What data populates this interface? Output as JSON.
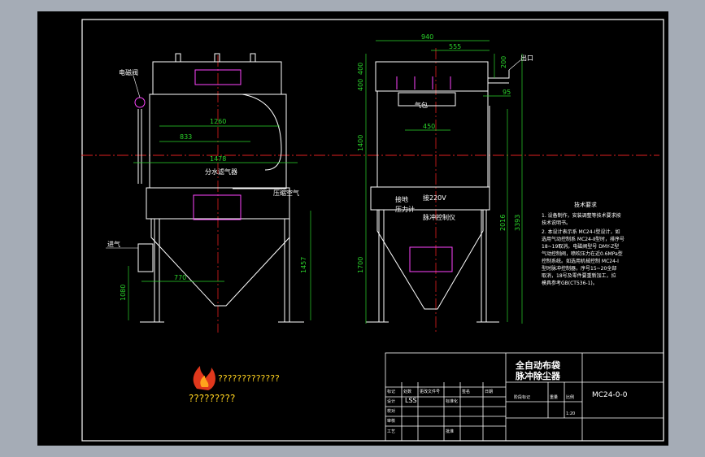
{
  "drawing": {
    "front_view": {
      "labels": {
        "solenoid_valve": "电磁阀",
        "water_separator": "分水滤气器",
        "compressed_air": "压缩空气",
        "inlet": "进气"
      },
      "dims": {
        "d1260": "1260",
        "d833": "833",
        "d1478": "1478",
        "d1457": "1457",
        "d1080": "1080",
        "d770": "770"
      }
    },
    "side_view": {
      "labels": {
        "outlet": "出口",
        "air_bag": "气包",
        "pulse_controller": "脉冲控制仪",
        "pressure_gauge": "压力计",
        "grounding": "接地",
        "power": "接220V"
      },
      "dims": {
        "d940": "940",
        "d555": "555",
        "d400a": "400",
        "d400b": "400",
        "d200": "200",
        "d95": "95",
        "d450": "450",
        "d1400": "1400",
        "d1700": "1700",
        "d2016": "2016",
        "d3393": "3393"
      }
    },
    "notes": {
      "title": "技术要求",
      "lines": [
        "1. 设备制作，安装调整等技术要求按",
        "技术说明书。",
        "2. 本设计表示系 MC24-Ⅰ型设计，如",
        "选用气动控制系 MC24-Ⅱ型时，排序号",
        "18~19取消。电磁阀型号 DMY-Z型",
        "气动控制阀，喷吹压力在近0.6MPa型",
        "控制系统。如选用机械控制 MC24-Ⅰ",
        "型时脉冲控制器，序号15~20全部",
        "取消，18号及零件要重新加工，拉",
        "模具参考GB(CT536-1)。"
      ]
    }
  },
  "watermark": {
    "line1": "?????????????",
    "line2": "?????????"
  },
  "title_block": {
    "title_line1": "全自动布袋",
    "title_line2": "脉冲除尘器",
    "drawing_number": "MC24-0-0",
    "designer": "LSS",
    "cells": {
      "mark": "标记",
      "count": "处数",
      "change_doc": "更改文件号",
      "signature": "签名",
      "date": "日期",
      "design": "设计",
      "standardize": "标准化",
      "check": "校对",
      "process": "工艺",
      "approve": "批准",
      "review": "审核",
      "stage_mark": "阶段标记",
      "weight": "重量",
      "scale": "比例",
      "scale_value": "1:20"
    }
  },
  "colors": {
    "sheet": "#000000",
    "frame": "#ffffff",
    "centerline": "#e02020",
    "dimension": "#2bd62b",
    "accent": "#ff44ff"
  }
}
